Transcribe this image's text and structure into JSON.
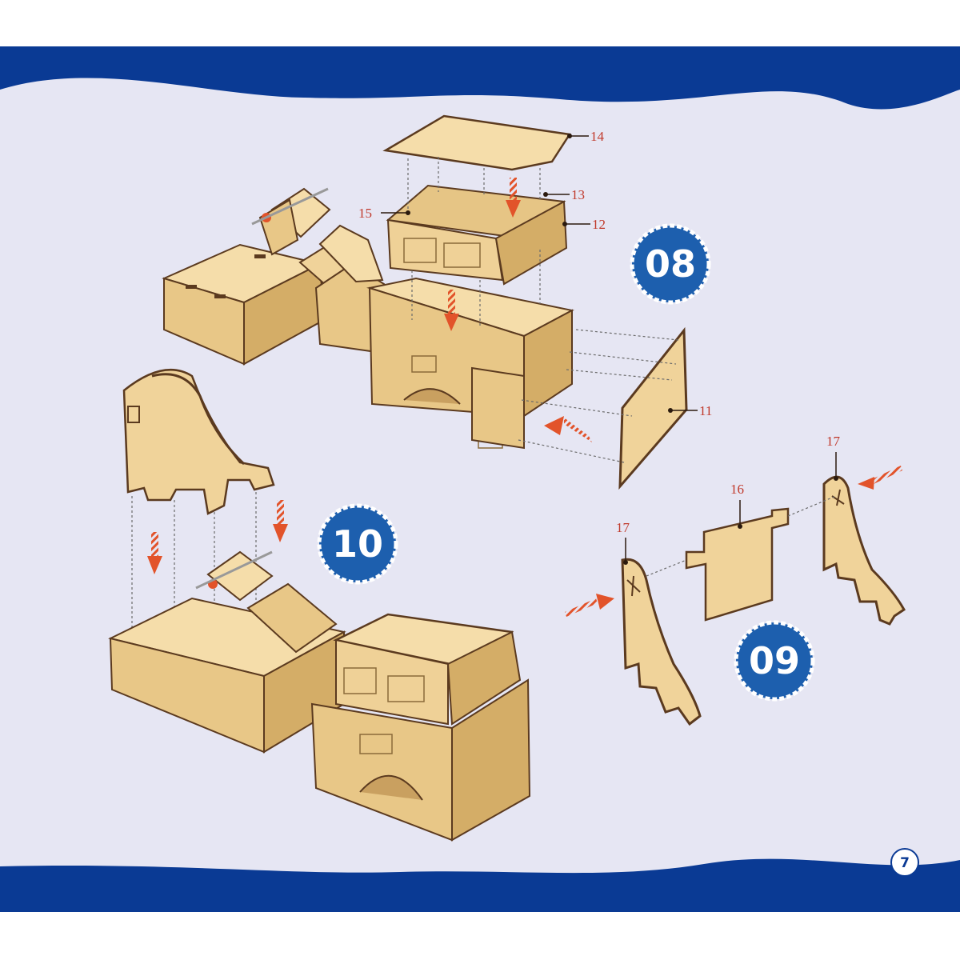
{
  "colors": {
    "frame": "#0a3a94",
    "page": "#e6e6f3",
    "wood_light": "#f5ddaa",
    "wood_mid": "#e8c787",
    "wood_shade": "#d4ad67",
    "wood_edge": "#5b3a1f",
    "arrow": "#e2532a",
    "label": "#c0392b",
    "guide": "#6b6b6b",
    "badge": "#1d5fae"
  },
  "steps": [
    {
      "number": "08"
    },
    {
      "number": "09"
    },
    {
      "number": "10"
    }
  ],
  "parts": {
    "p11": "11",
    "p12": "12",
    "p13": "13",
    "p14": "14",
    "p15": "15",
    "p16": "16",
    "p17a": "17",
    "p17b": "17"
  },
  "page_number": "7"
}
